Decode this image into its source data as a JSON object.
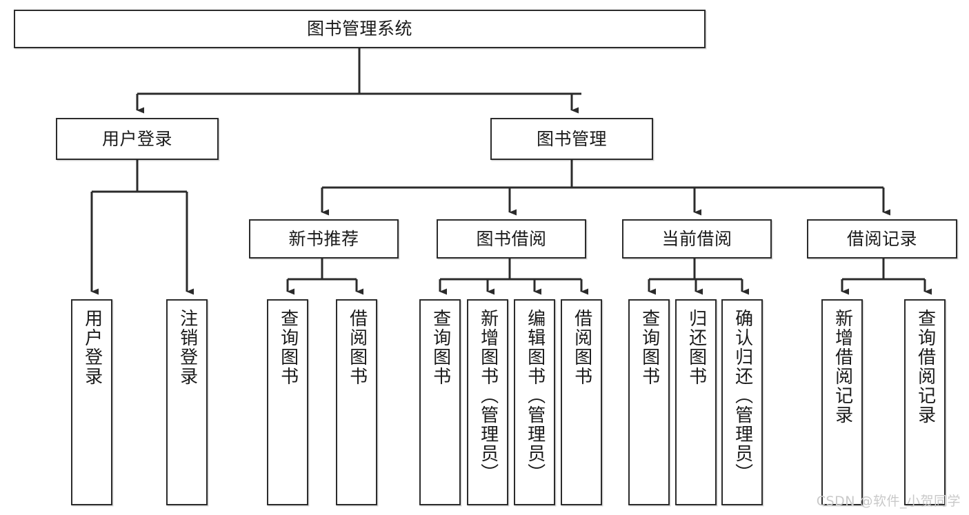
{
  "diagram": {
    "title": "图书管理系统",
    "watermark": "CSDN @软件_小贺同学",
    "stroke_color": "#2b2b2b",
    "background_color": "#ffffff",
    "levels": {
      "root": {
        "label": "图书管理系统"
      },
      "level2": [
        {
          "label": "用户登录"
        },
        {
          "label": "图书管理"
        }
      ],
      "level3": [
        {
          "label": "新书推荐"
        },
        {
          "label": "图书借阅"
        },
        {
          "label": "当前借阅"
        },
        {
          "label": "借阅记录"
        }
      ],
      "leaves": {
        "user_login": [
          {
            "label": "用户登录"
          },
          {
            "label": "注销登录"
          }
        ],
        "new_book_recommend": [
          {
            "label": "查询图书"
          },
          {
            "label": "借阅图书"
          }
        ],
        "book_borrow": [
          {
            "label": "查询图书"
          },
          {
            "label": "新增图书（管理员）"
          },
          {
            "label": "编辑图书（管理员）"
          },
          {
            "label": "借阅图书"
          }
        ],
        "current_borrow": [
          {
            "label": "查询图书"
          },
          {
            "label": "归还图书"
          },
          {
            "label": "确认归还（管理员）"
          }
        ],
        "borrow_record": [
          {
            "label": "新增借阅记录"
          },
          {
            "label": "查询借阅记录"
          }
        ]
      }
    }
  }
}
